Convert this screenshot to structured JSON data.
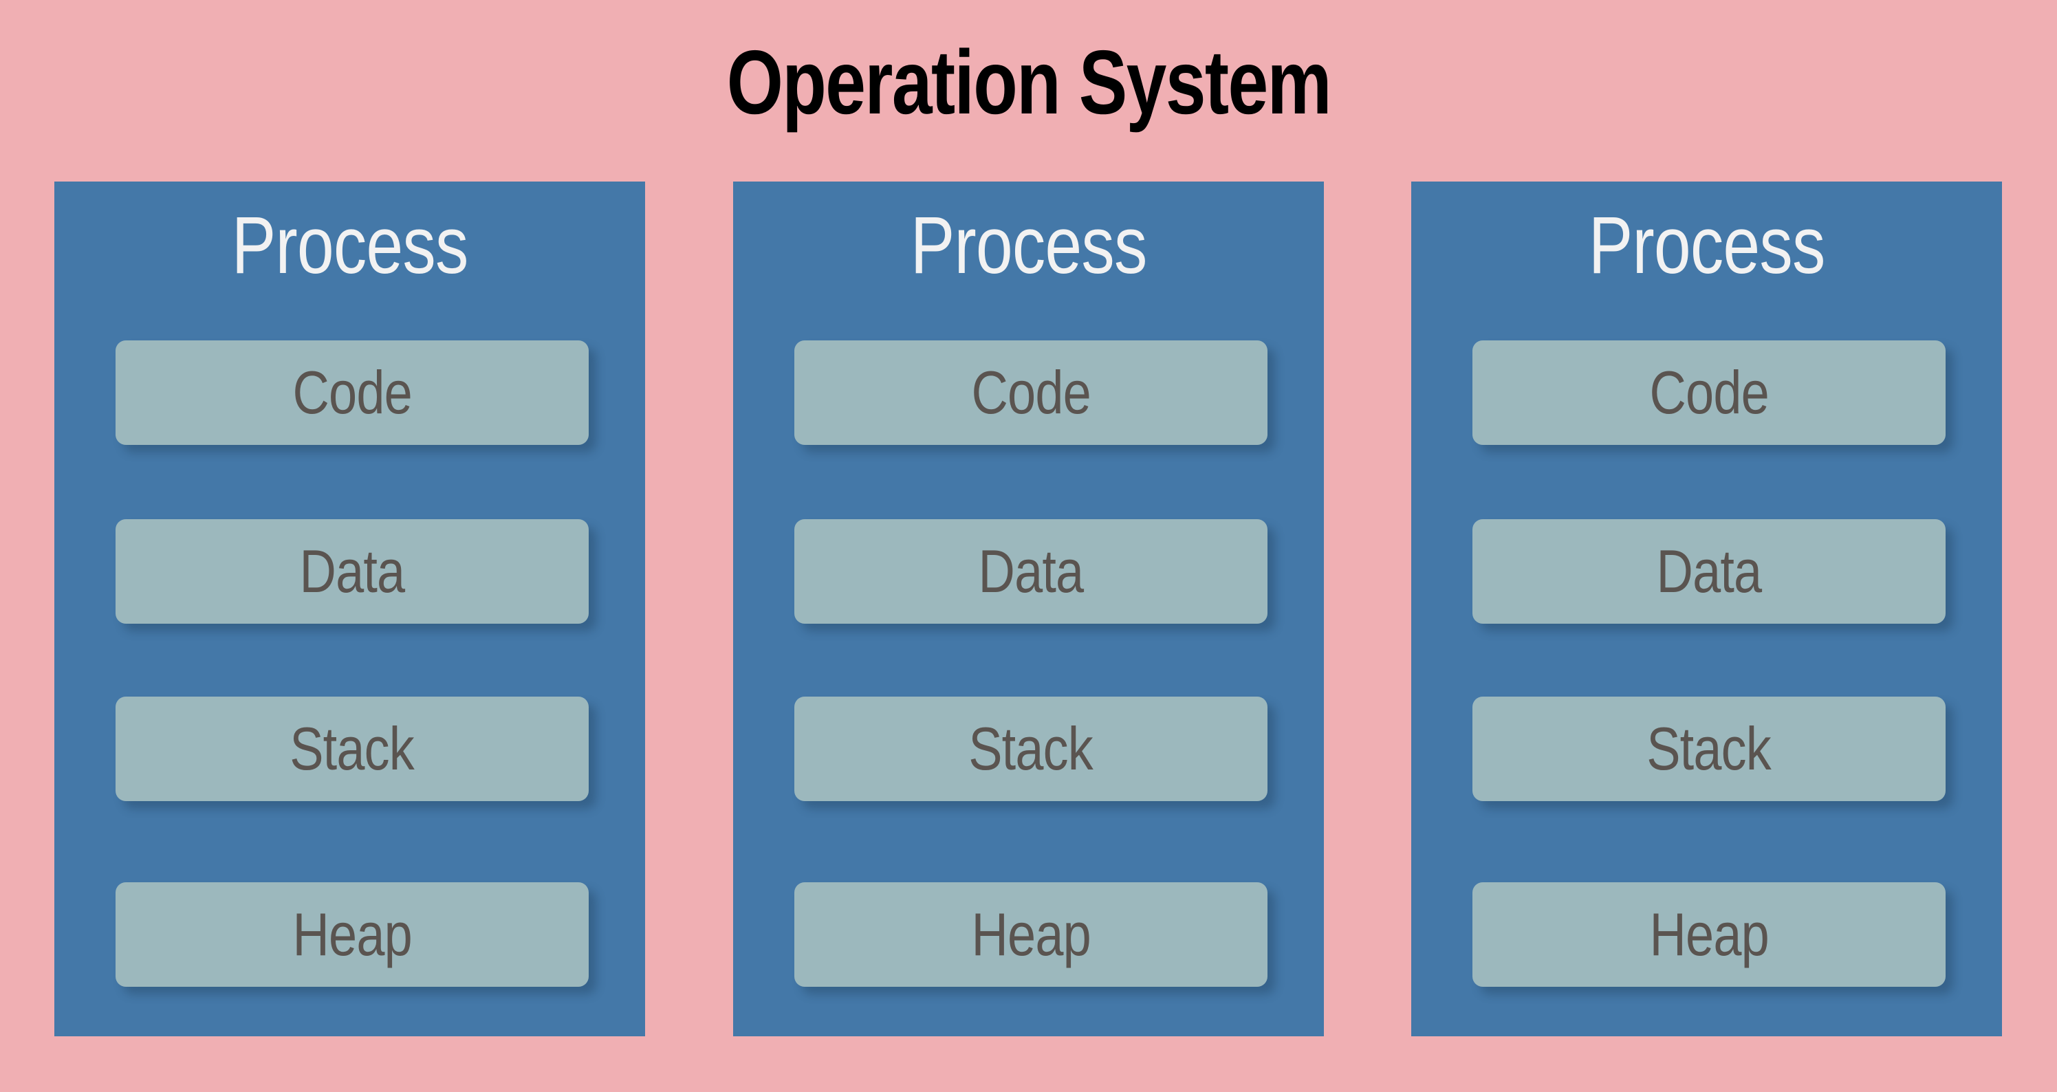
{
  "diagram": {
    "title": "Operation System",
    "background_color": "#f0afb3",
    "process_color": "#4478a8",
    "segment_color": "#9cb8bd",
    "title_color": "#000000",
    "process_label_color": "#f2f2f2",
    "segment_label_color": "#5a5450",
    "processes": [
      {
        "heading": "Process",
        "segments": [
          {
            "label": "Code"
          },
          {
            "label": "Data"
          },
          {
            "label": "Stack"
          },
          {
            "label": "Heap"
          }
        ]
      },
      {
        "heading": "Process",
        "segments": [
          {
            "label": "Code"
          },
          {
            "label": "Data"
          },
          {
            "label": "Stack"
          },
          {
            "label": "Heap"
          }
        ]
      },
      {
        "heading": "Process",
        "segments": [
          {
            "label": "Code"
          },
          {
            "label": "Data"
          },
          {
            "label": "Stack"
          },
          {
            "label": "Heap"
          }
        ]
      }
    ]
  }
}
